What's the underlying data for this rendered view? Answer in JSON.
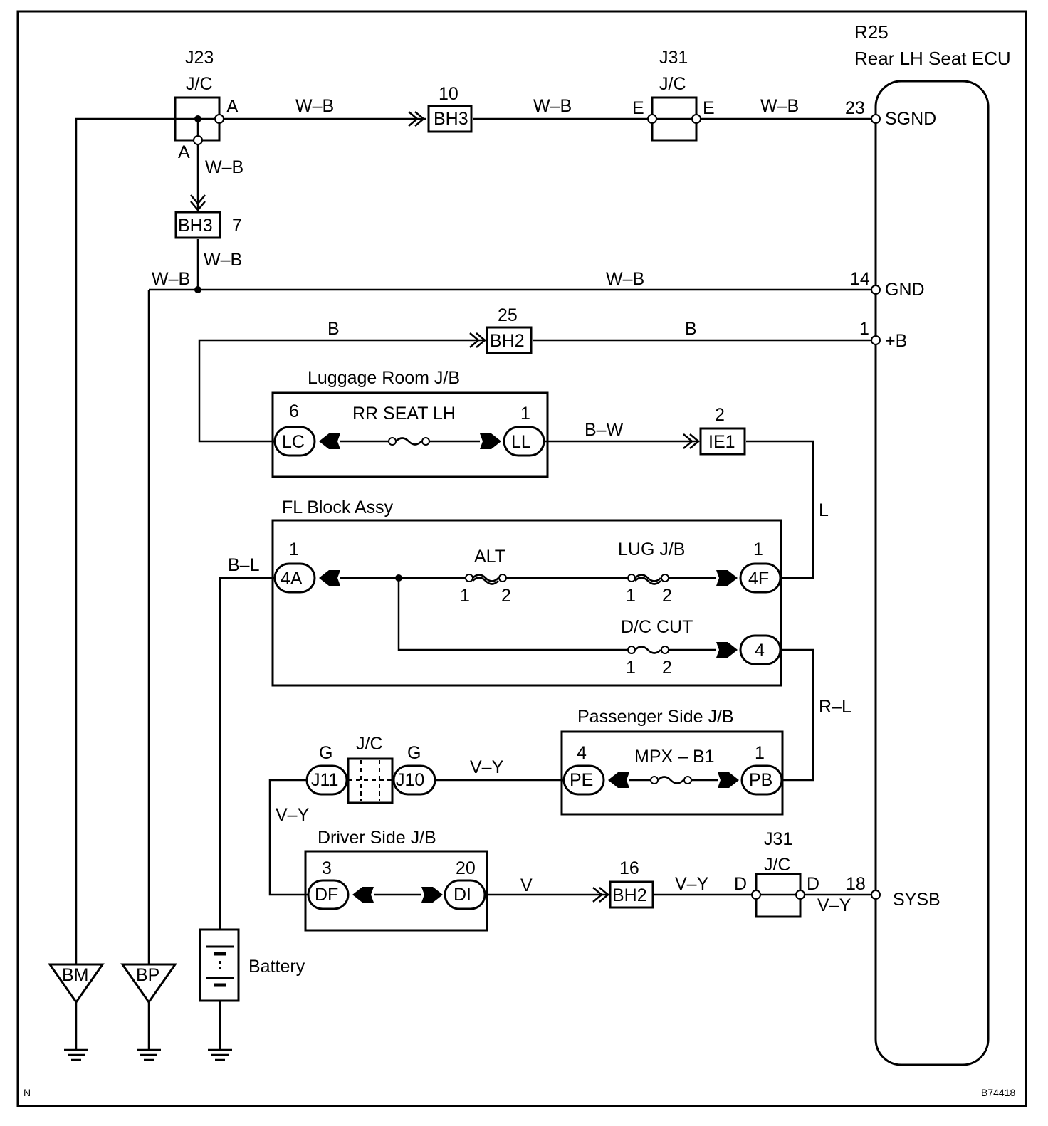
{
  "ecu": {
    "code": "R25",
    "name": "Rear LH Seat ECU"
  },
  "ecu_pins": {
    "sgnd": {
      "num": "23",
      "name": "SGND"
    },
    "gnd": {
      "num": "14",
      "name": "GND"
    },
    "b": {
      "num": "1",
      "name": "+B"
    },
    "sysb": {
      "num": "18",
      "name": "SYSB"
    }
  },
  "jc": {
    "j23": "J23",
    "j31": "J31",
    "type": "J/C"
  },
  "pins": {
    "a": "A",
    "e": "E",
    "d": "D",
    "g": "G"
  },
  "connectors": {
    "bh3": "BH3",
    "bh2": "BH2",
    "ie1": "IE1",
    "bh3_top_num": "10",
    "bh3_left_num": "7",
    "bh2_top_num": "25",
    "ie1_num": "2",
    "bh2_bottom_num": "16"
  },
  "wires": {
    "wb": "W–B",
    "b": "B",
    "bw": "B–W",
    "l": "L",
    "bl": "B–L",
    "rl": "R–L",
    "vy": "V–Y",
    "v": "V"
  },
  "luggage_jb": {
    "title": "Luggage Room J/B",
    "fuse": "RR SEAT LH",
    "left_pin": "LC",
    "left_num": "6",
    "right_pin": "LL",
    "right_num": "1"
  },
  "fl_block": {
    "title": "FL Block Assy",
    "left_pin": "4A",
    "left_num": "1",
    "alt": "ALT",
    "lug": "LUG J/B",
    "dc": "D/C CUT",
    "t1": "1",
    "t2": "2",
    "right_pin_top": "4F",
    "right_num_top": "1",
    "right_pin_bottom": "4"
  },
  "passenger_jb": {
    "title": "Passenger Side J/B",
    "fuse": "MPX – B1",
    "left_pin": "PE",
    "left_num": "4",
    "right_pin": "PB",
    "right_num": "1"
  },
  "jc_mid": {
    "left": "J11",
    "right": "J10",
    "label": "J/C"
  },
  "driver_jb": {
    "title": "Driver Side J/B",
    "left_pin": "DF",
    "left_num": "3",
    "right_pin": "DI",
    "right_num": "20"
  },
  "grounds": {
    "bm": "BM",
    "bp": "BP"
  },
  "battery": "Battery",
  "corner_left": "N",
  "corner_right": "B74418"
}
